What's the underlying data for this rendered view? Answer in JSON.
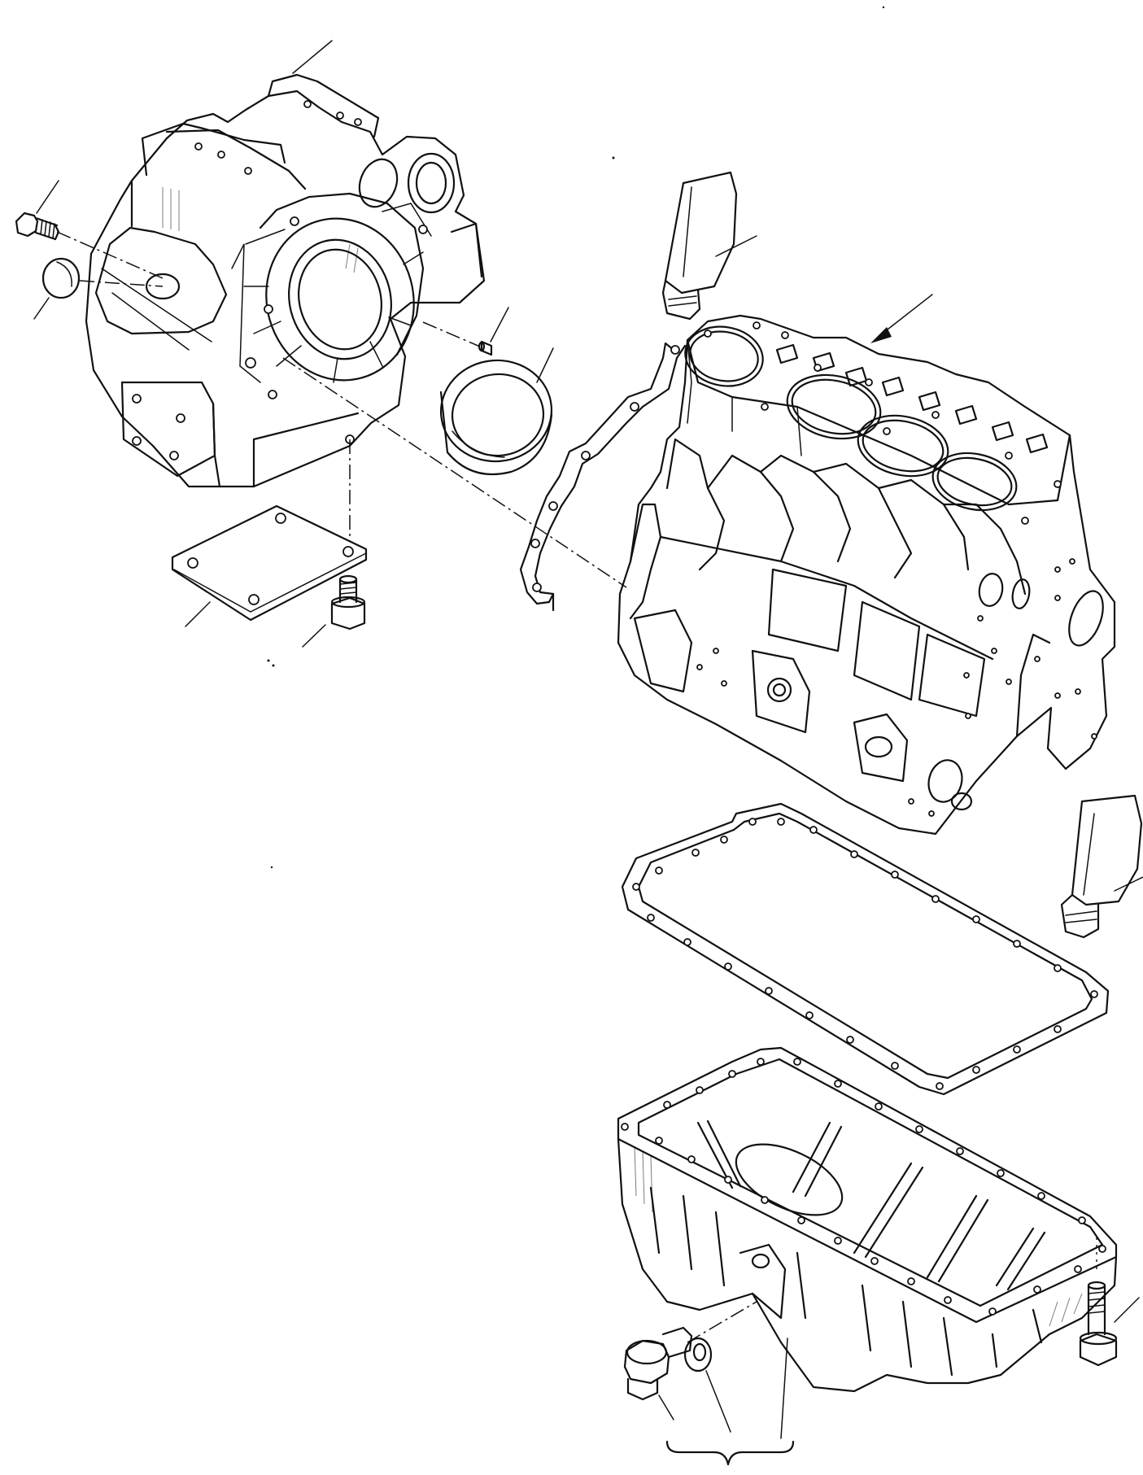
{
  "diagram": {
    "parts": [
      {
        "id": "flywheel-housing",
        "icon": "flywheel-housing"
      },
      {
        "id": "housing-bolt",
        "icon": "flange-bolt"
      },
      {
        "id": "plug-cap",
        "icon": "cap-plug"
      },
      {
        "id": "dowel-pin",
        "icon": "pin"
      },
      {
        "id": "oil-seal",
        "icon": "seal-ring"
      },
      {
        "id": "cover-plate",
        "icon": "plate"
      },
      {
        "id": "cover-bolt",
        "icon": "flange-bolt"
      },
      {
        "id": "sealant-tube-upper",
        "icon": "sealant-tube"
      },
      {
        "id": "rear-gasket",
        "icon": "gasket"
      },
      {
        "id": "cylinder-block",
        "icon": "engine-block"
      },
      {
        "id": "sealant-tube-lower",
        "icon": "sealant-tube"
      },
      {
        "id": "oil-pan-gasket",
        "icon": "gasket"
      },
      {
        "id": "oil-pan",
        "icon": "oil-pan"
      },
      {
        "id": "drain-plug",
        "icon": "drain-plug"
      },
      {
        "id": "drain-washer",
        "icon": "washer"
      },
      {
        "id": "oil-pan-bolt",
        "icon": "flange-bolt"
      }
    ]
  }
}
